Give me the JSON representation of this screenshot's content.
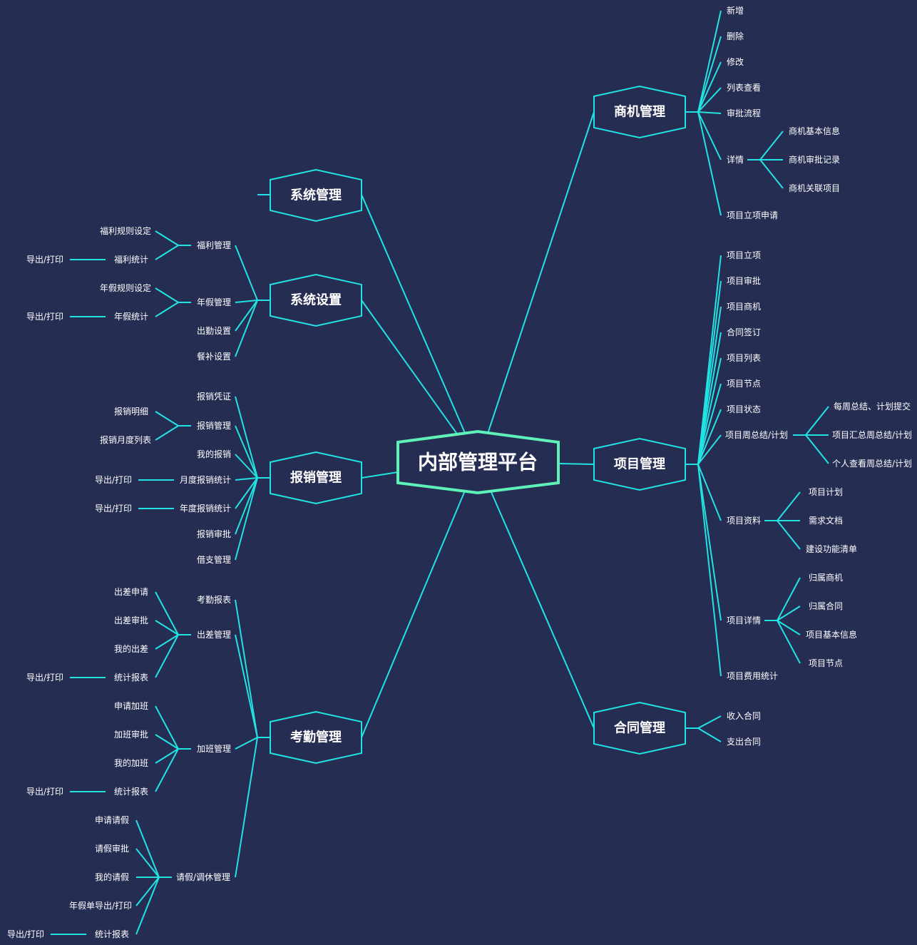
{
  "colors": {
    "background": "#262d52",
    "line": "#22e3e3",
    "root_border": "#5ef2b8",
    "text": "#ffffff"
  },
  "root": {
    "label": "内部管理平台"
  },
  "branches": {
    "sys_manage": {
      "label": "系统管理"
    },
    "sys_settings": {
      "label": "系统设置",
      "welfare": {
        "label": "福利管理",
        "rule": "福利规则设定",
        "stats": "福利统计",
        "export": "导出/打印"
      },
      "annual": {
        "label": "年假管理",
        "rule": "年假规则设定",
        "stats": "年假统计",
        "export": "导出/打印"
      },
      "attendance_setting": "出勤设置",
      "meal_setting": "餐补设置"
    },
    "reimburse": {
      "label": "报销管理",
      "voucher": "报销凭证",
      "manage": {
        "label": "报销管理",
        "detail": "报销明细",
        "monthly_list": "报销月度列表"
      },
      "mine": "我的报销",
      "monthly_stats": {
        "label": "月度报销统计",
        "export": "导出/打印"
      },
      "yearly_stats": {
        "label": "年度报销统计",
        "export": "导出/打印"
      },
      "approval": "报销审批",
      "loan": "借支管理"
    },
    "attendance": {
      "label": "考勤管理",
      "report": "考勤报表",
      "trip": {
        "label": "出差管理",
        "apply": "出差申请",
        "approve": "出差审批",
        "mine": "我的出差",
        "stats": "统计报表",
        "export": "导出/打印"
      },
      "overtime": {
        "label": "加班管理",
        "apply": "申请加班",
        "approve": "加班审批",
        "mine": "我的加班",
        "stats": "统计报表",
        "export": "导出/打印"
      },
      "leave": {
        "label": "请假/调休管理",
        "apply": "申请请假",
        "approve": "请假审批",
        "mine": "我的请假",
        "annual_export": "年假单导出/打印",
        "stats": "统计报表",
        "export": "导出/打印"
      }
    },
    "opportunity": {
      "label": "商机管理",
      "add": "新增",
      "delete": "删除",
      "edit": "修改",
      "list": "列表查看",
      "flow": "审批流程",
      "detail": {
        "label": "详情",
        "basic": "商机基本信息",
        "records": "商机审批记录",
        "projects": "商机关联项目"
      },
      "project_apply": "项目立项申请"
    },
    "project": {
      "label": "项目管理",
      "setup": "项目立项",
      "approve": "项目审批",
      "opportunity": "项目商机",
      "contract_sign": "合同签订",
      "list": "项目列表",
      "nodes": "项目节点",
      "status": "项目状态",
      "weekly": {
        "label": "项目周总结/计划",
        "submit": "每周总结、计划提交",
        "summary": "项目汇总周总结/计划",
        "personal": "个人查看周总结/计划"
      },
      "docs": {
        "label": "项目资料",
        "plan": "项目计划",
        "requirements": "需求文档",
        "features": "建设功能清单"
      },
      "detail": {
        "label": "项目详情",
        "opportunity": "归属商机",
        "contract": "归属合同",
        "basic": "项目基本信息",
        "nodes": "项目节点"
      },
      "cost_stats": "项目费用统计"
    },
    "contract": {
      "label": "合同管理",
      "income": "收入合同",
      "expense": "支出合同"
    }
  }
}
